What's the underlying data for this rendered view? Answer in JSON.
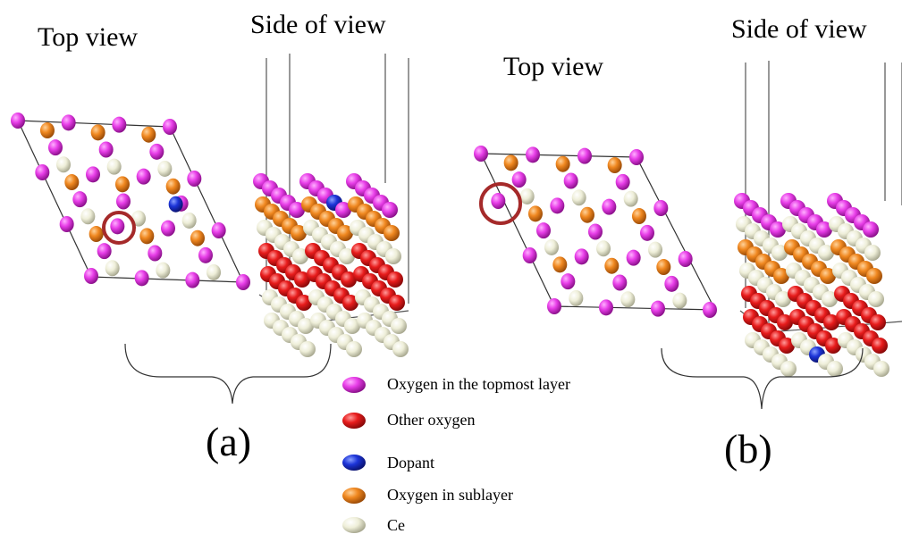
{
  "panels": [
    {
      "id": "a",
      "top_label": "Top view",
      "side_label": "Side of  view",
      "caption": "(a)"
    },
    {
      "id": "b",
      "top_label": "Top view",
      "side_label": "Side of  view",
      "caption": "(b)"
    }
  ],
  "legend": [
    {
      "key": "top_o",
      "label": "Oxygen in the topmost layer",
      "color": "#e040e0"
    },
    {
      "key": "other_o",
      "label": "Other oxygen",
      "color": "#e41a1a"
    },
    {
      "key": "dopant",
      "label": "Dopant",
      "color": "#1a36d6"
    },
    {
      "key": "sub_o",
      "label": "Oxygen in sublayer",
      "color": "#f08a20"
    },
    {
      "key": "ce",
      "label": "Ce",
      "color": "#f0f0dc"
    }
  ],
  "highlight_color": "#a52a2a"
}
